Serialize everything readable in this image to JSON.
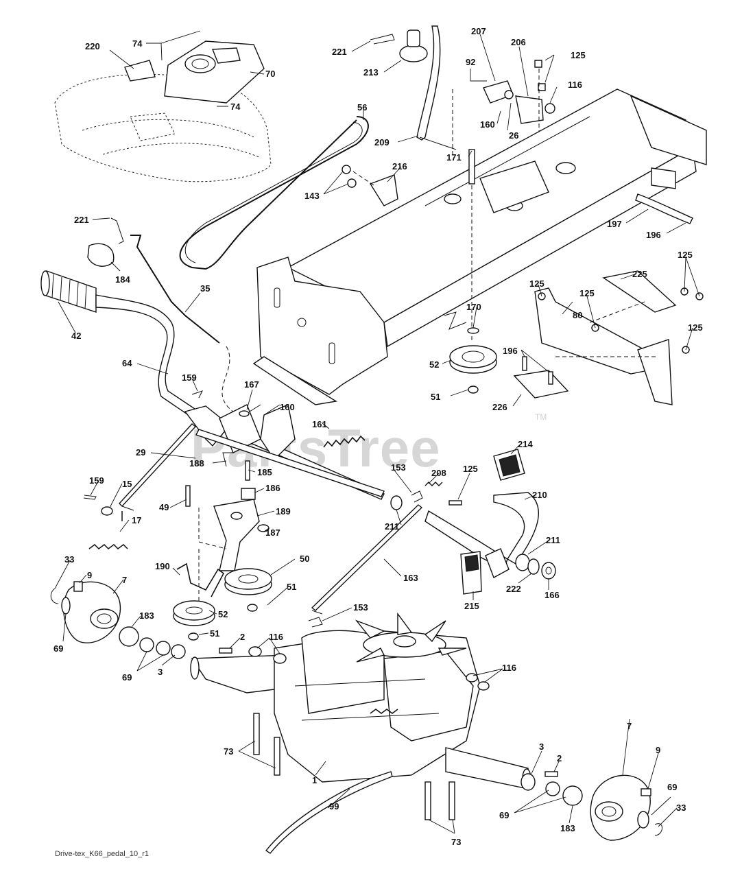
{
  "watermark": "PartsTree",
  "trademark": "TM",
  "footer_code": "Drive-tex_K66_pedal_10_r1",
  "labels": [
    {
      "id": "220",
      "text": "220"
    },
    {
      "id": "74a",
      "text": "74"
    },
    {
      "id": "70",
      "text": "70"
    },
    {
      "id": "74b",
      "text": "74"
    },
    {
      "id": "221a",
      "text": "221"
    },
    {
      "id": "213",
      "text": "213"
    },
    {
      "id": "207",
      "text": "207"
    },
    {
      "id": "92",
      "text": "92"
    },
    {
      "id": "206",
      "text": "206"
    },
    {
      "id": "125a",
      "text": "125"
    },
    {
      "id": "116a",
      "text": "116"
    },
    {
      "id": "56",
      "text": "56"
    },
    {
      "id": "160a",
      "text": "160"
    },
    {
      "id": "26",
      "text": "26"
    },
    {
      "id": "209",
      "text": "209"
    },
    {
      "id": "216",
      "text": "216"
    },
    {
      "id": "171",
      "text": "171"
    },
    {
      "id": "143",
      "text": "143"
    },
    {
      "id": "197",
      "text": "197"
    },
    {
      "id": "196a",
      "text": "196"
    },
    {
      "id": "221b",
      "text": "221"
    },
    {
      "id": "184",
      "text": "184"
    },
    {
      "id": "35",
      "text": "35"
    },
    {
      "id": "125b",
      "text": "125"
    },
    {
      "id": "225",
      "text": "225"
    },
    {
      "id": "125c",
      "text": "125"
    },
    {
      "id": "125d",
      "text": "125"
    },
    {
      "id": "42",
      "text": "42"
    },
    {
      "id": "170",
      "text": "170"
    },
    {
      "id": "80",
      "text": "80"
    },
    {
      "id": "125e",
      "text": "125"
    },
    {
      "id": "64",
      "text": "64"
    },
    {
      "id": "52a",
      "text": "52"
    },
    {
      "id": "196b",
      "text": "196"
    },
    {
      "id": "159a",
      "text": "159"
    },
    {
      "id": "167",
      "text": "167"
    },
    {
      "id": "51a",
      "text": "51"
    },
    {
      "id": "226",
      "text": "226"
    },
    {
      "id": "160b",
      "text": "160"
    },
    {
      "id": "161",
      "text": "161"
    },
    {
      "id": "29",
      "text": "29"
    },
    {
      "id": "214",
      "text": "214"
    },
    {
      "id": "188",
      "text": "188"
    },
    {
      "id": "185",
      "text": "185"
    },
    {
      "id": "153a",
      "text": "153"
    },
    {
      "id": "208",
      "text": "208"
    },
    {
      "id": "125f",
      "text": "125"
    },
    {
      "id": "159b",
      "text": "159"
    },
    {
      "id": "15",
      "text": "15"
    },
    {
      "id": "186",
      "text": "186"
    },
    {
      "id": "210",
      "text": "210"
    },
    {
      "id": "49",
      "text": "49"
    },
    {
      "id": "189",
      "text": "189"
    },
    {
      "id": "211a",
      "text": "211"
    },
    {
      "id": "17",
      "text": "17"
    },
    {
      "id": "187",
      "text": "187"
    },
    {
      "id": "211b",
      "text": "211"
    },
    {
      "id": "33a",
      "text": "33"
    },
    {
      "id": "50",
      "text": "50"
    },
    {
      "id": "9a",
      "text": "9"
    },
    {
      "id": "7a",
      "text": "7"
    },
    {
      "id": "190",
      "text": "190"
    },
    {
      "id": "163",
      "text": "163"
    },
    {
      "id": "51b",
      "text": "51"
    },
    {
      "id": "222",
      "text": "222"
    },
    {
      "id": "166",
      "text": "166"
    },
    {
      "id": "215",
      "text": "215"
    },
    {
      "id": "183a",
      "text": "183"
    },
    {
      "id": "52b",
      "text": "52"
    },
    {
      "id": "153b",
      "text": "153"
    },
    {
      "id": "69a",
      "text": "69"
    },
    {
      "id": "51c",
      "text": "51"
    },
    {
      "id": "2a",
      "text": "2"
    },
    {
      "id": "116b",
      "text": "116"
    },
    {
      "id": "116c",
      "text": "116"
    },
    {
      "id": "69b",
      "text": "69"
    },
    {
      "id": "3a",
      "text": "3"
    },
    {
      "id": "73a",
      "text": "73"
    },
    {
      "id": "1",
      "text": "1"
    },
    {
      "id": "3b",
      "text": "3"
    },
    {
      "id": "2b",
      "text": "2"
    },
    {
      "id": "7b",
      "text": "7"
    },
    {
      "id": "9b",
      "text": "9"
    },
    {
      "id": "69c",
      "text": "69"
    },
    {
      "id": "99",
      "text": "99"
    },
    {
      "id": "73b",
      "text": "73"
    },
    {
      "id": "69d",
      "text": "69"
    },
    {
      "id": "183b",
      "text": "183"
    },
    {
      "id": "33b",
      "text": "33"
    }
  ]
}
